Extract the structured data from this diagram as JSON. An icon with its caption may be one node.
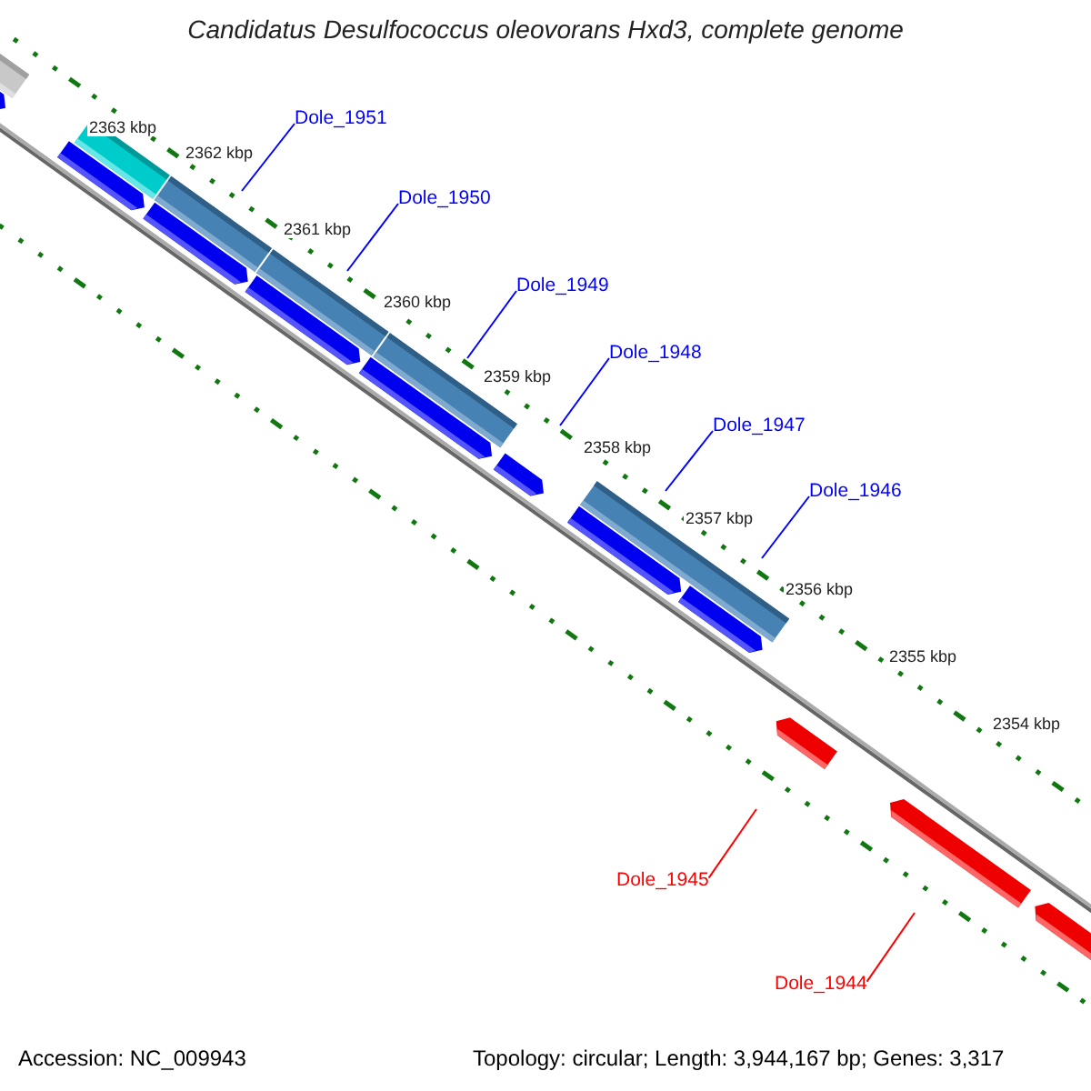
{
  "diagram": {
    "title": "Candidatus Desulfococcus oleovorans Hxd3, complete genome",
    "nodes": [
      {
        "text": [
          "Dole_1951"
        ]
      },
      {
        "text": [
          "Dole_1950"
        ]
      },
      {
        "text": [
          "Dole_1949"
        ]
      },
      {
        "text": [
          "Dole_1948"
        ]
      },
      {
        "text": [
          "Dole_1947"
        ]
      },
      {
        "text": [
          "Dole_1946"
        ]
      },
      {
        "text": [
          "Dole_1945"
        ]
      },
      {
        "text": [
          "Dole_1944"
        ]
      }
    ],
    "edges": [
      {
        "from": 0,
        "to": null,
        "arrow": "none"
      },
      {
        "from": 1,
        "to": null,
        "arrow": "none"
      },
      {
        "from": 2,
        "to": null,
        "arrow": "none"
      },
      {
        "from": 3,
        "to": null,
        "arrow": "none"
      },
      {
        "from": 4,
        "to": null,
        "arrow": "none"
      },
      {
        "from": 5,
        "to": null,
        "arrow": "none"
      },
      {
        "from": 6,
        "to": null,
        "arrow": "none",
        "color": "#ff0000"
      },
      {
        "from": 7,
        "to": null,
        "arrow": "none",
        "color": "#ff0000"
      }
    ],
    "labels": [
      "2363 kbp",
      "2362 kbp",
      "2361 kbp",
      "2360 kbp",
      "2359 kbp",
      "2358 kbp",
      "2357 kbp",
      "2356 kbp",
      "2355 kbp",
      "2354 kbp",
      "Accession: NC_009943",
      "Topology: circular; Length: 3,944,167 bp; Genes: 3,317"
    ]
  }
}
